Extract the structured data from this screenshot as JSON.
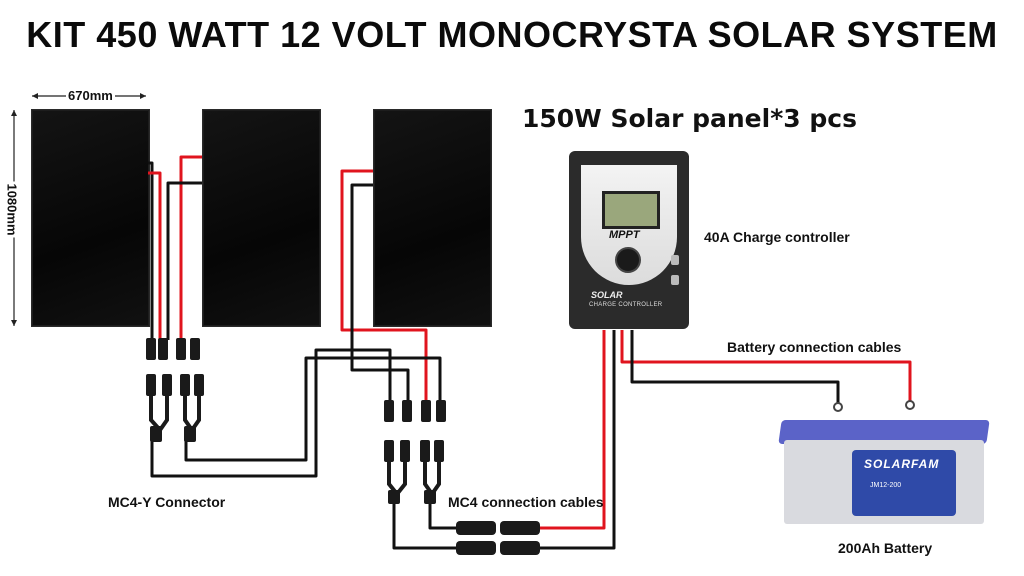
{
  "title": "KIT 450 WATT 12 VOLT MONOCRYSTA SOLAR SYSTEM",
  "subtitle": "150W Solar panel*3 pcs",
  "dimensions": {
    "width": "670mm",
    "height": "1080mm"
  },
  "labels": {
    "controller": "40A Charge controller",
    "battery_cables": "Battery connection cables",
    "mc4_y": "MC4-Y Connector",
    "mc4_cables": "MC4 connection cables",
    "battery": "200Ah Battery"
  },
  "controller": {
    "display": "MPPT",
    "brand": "SOLAR",
    "subtitle": "CHARGE CONTROLLER"
  },
  "battery_face": {
    "brand": "SOLARFAM",
    "model": "JM12-200"
  },
  "colors": {
    "positive_wire": "#e0141e",
    "negative_wire": "#111111",
    "panel": "#0a0a0a",
    "battery_lid": "#5b63c8",
    "battery_badge": "#2f4aa8"
  }
}
